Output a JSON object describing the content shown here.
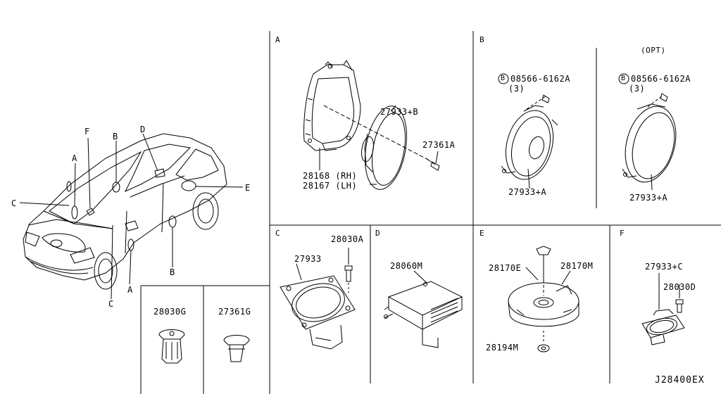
{
  "diagram_id": "J28400EX",
  "overview_callouts": {
    "a_top": "A",
    "f": "F",
    "b_top": "B",
    "d": "D",
    "c_left": "C",
    "e": "E",
    "b_bottom": "B",
    "a_bottom": "A",
    "c_bottom": "C"
  },
  "sections": {
    "a": {
      "letter": "A",
      "parts": {
        "speaker_b": "27933+B",
        "screw": "27361A",
        "bracket_rh": "28168 (RH)",
        "bracket_lh": "28167 (LH)"
      }
    },
    "b": {
      "letter": "B",
      "opt": "(OPT)",
      "left": {
        "bolt_symbol": "B",
        "bolt": "08566-6162A",
        "qty": "(3)",
        "speaker": "27933+A"
      },
      "right": {
        "bolt_symbol": "B",
        "bolt": "08566-6162A",
        "qty": "(3)",
        "speaker": "27933+A"
      }
    },
    "c": {
      "letter": "C",
      "parts": {
        "speaker": "27933",
        "clip": "28030A"
      }
    },
    "d": {
      "letter": "D",
      "parts": {
        "amplifier": "28060M"
      }
    },
    "e": {
      "letter": "E",
      "parts": {
        "sub_bolt": "28170E",
        "subwoofer": "28170M",
        "washer": "28194M"
      }
    },
    "f": {
      "letter": "F",
      "parts": {
        "tweeter": "27933+C",
        "clip": "28030D"
      }
    },
    "g": {
      "parts": {
        "clip_g": "28030G",
        "screw_g": "27361G"
      }
    }
  }
}
